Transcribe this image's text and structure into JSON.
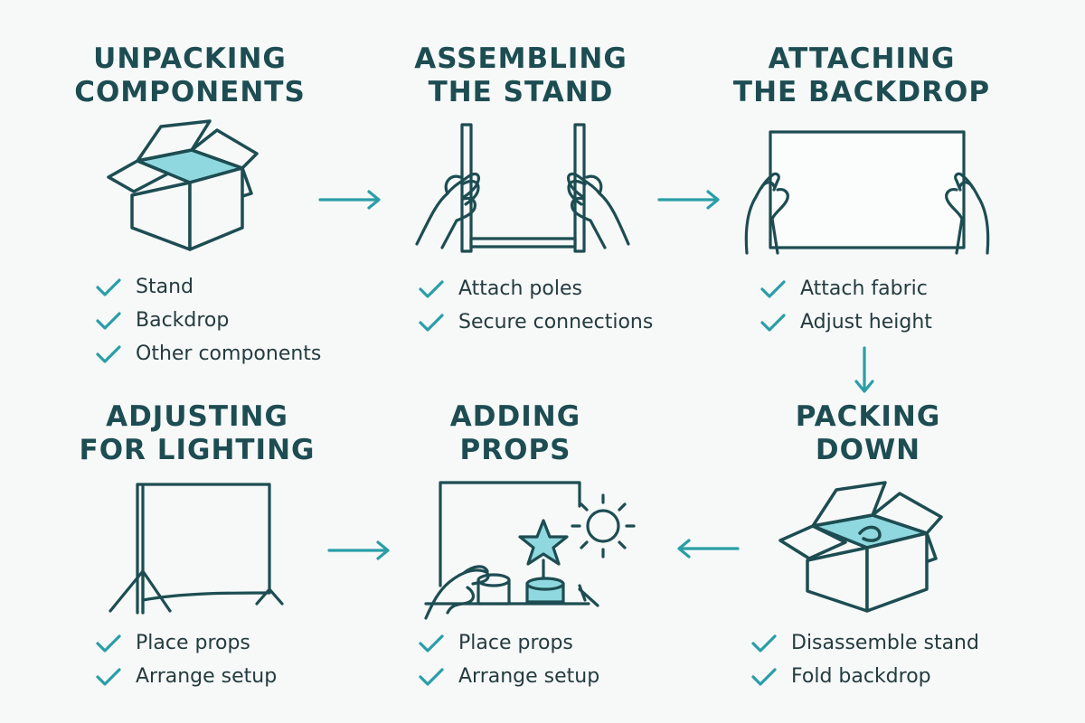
{
  "colors": {
    "primary_ink": "#1d4d52",
    "accent_teal": "#2a9ea8",
    "fill_teal": "#8fd8df",
    "body_text": "#253b3f",
    "background": "#f6f9f8"
  },
  "steps": [
    {
      "title_line1": "UNPACKING",
      "title_line2": "COMPONENTS",
      "icon": "open-box-icon",
      "items": [
        "Stand",
        "Backdrop",
        "Other components"
      ]
    },
    {
      "title_line1": "ASSEMBLING",
      "title_line2": "THE STAND",
      "icon": "hands-assembling-stand-icon",
      "items": [
        "Attach poles",
        "Secure connections"
      ]
    },
    {
      "title_line1": "ATTACHING",
      "title_line2": "THE BACKDROP",
      "icon": "hands-holding-backdrop-icon",
      "items": [
        "Attach fabric",
        "Adjust height"
      ]
    },
    {
      "title_line1": "ADJUSTING",
      "title_line2": "FOR LIGHTING",
      "icon": "backdrop-stand-icon",
      "items": [
        "Place props",
        "Arrange setup"
      ]
    },
    {
      "title_line1": "ADDING",
      "title_line2": "PROPS",
      "icon": "props-scene-icon",
      "items": [
        "Place props",
        "Arrange setup"
      ]
    },
    {
      "title_line1": "PACKING",
      "title_line2": "DOWN",
      "icon": "packed-box-icon",
      "items": [
        "Disassemble stand",
        "Fold backdrop"
      ]
    }
  ],
  "flow_arrows": [
    {
      "from": "UNPACKING COMPONENTS",
      "to": "ASSEMBLING THE STAND",
      "direction": "right"
    },
    {
      "from": "ASSEMBLING THE STAND",
      "to": "ATTACHING THE BACKDROP",
      "direction": "right"
    },
    {
      "from": "ATTACHING THE BACKDROP",
      "to": "PACKING DOWN",
      "direction": "down"
    },
    {
      "from": "PACKING DOWN",
      "to": "ADDING PROPS",
      "direction": "left"
    },
    {
      "from": "ADJUSTING FOR LIGHTING",
      "to": "ADDING PROPS",
      "direction": "right"
    }
  ]
}
